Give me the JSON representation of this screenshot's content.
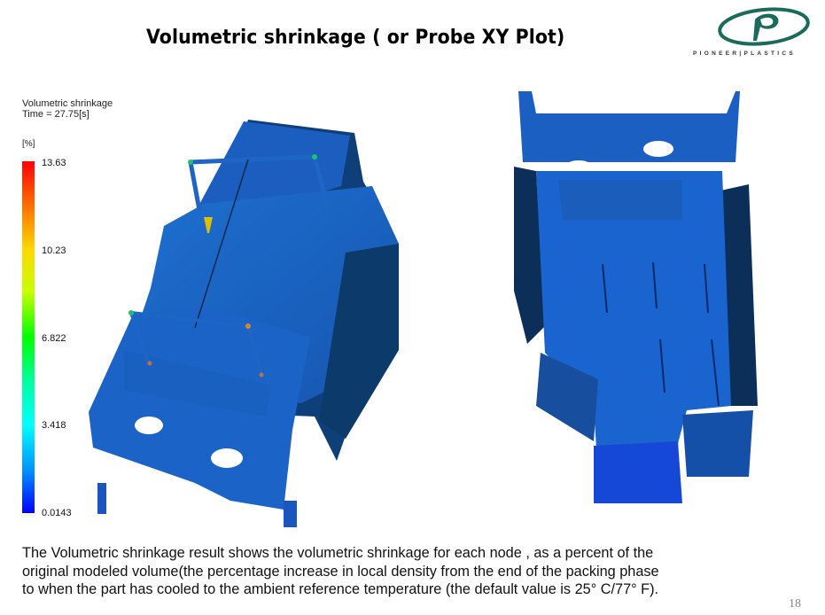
{
  "slide": {
    "title": "Volumetric shrinkage ( or Probe XY Plot)",
    "page_number": "18"
  },
  "logo": {
    "brand_text": "PIONEER|PLASTICS",
    "color": "#1a6b5c"
  },
  "legend": {
    "title_line1": "Volumetric shrinkage",
    "title_line2": "Time = 27.75[s]",
    "unit": "[%]",
    "ticks": [
      "13.63",
      "10.23",
      "6.822",
      "3.418",
      "0.0143"
    ],
    "colors": [
      "#ff0000",
      "#ffff00",
      "#00ff00",
      "#00ffff",
      "#0000ff"
    ]
  },
  "models": [
    {
      "name": "part-top-view",
      "description": "Molded part with runner system, top view"
    },
    {
      "name": "part-bottom-view",
      "description": "Molded part, underside view"
    }
  ],
  "description": {
    "line1": "The Volumetric shrinkage result shows the volumetric shrinkage for each node , as a percent of the",
    "line2": "original modeled volume(the percentage increase in local density from the end of the packing phase",
    "line3": "to when the part has cooled to the ambient reference temperature (the default value is 25°  C/77°  F)."
  }
}
